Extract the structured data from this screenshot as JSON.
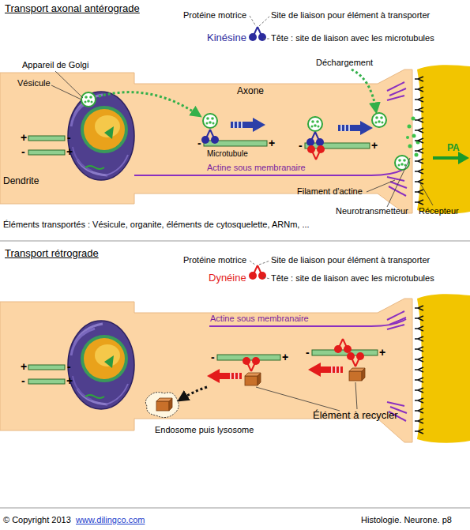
{
  "diagram": {
    "labels": [
      "Transport axonal antérograde",
      "Protéine motrice",
      "Kinésine",
      "Site de liaison pour élément à transporter",
      "Tête : site de liaison avec les microtubules",
      "Appareil de Golgi",
      "Vésicule",
      "Axone",
      "Déchargement",
      "Microtubule",
      "Actine sous membranaire",
      "Dendrite",
      "Filament d'actine",
      "Neurotransmetteur",
      "Récepteur",
      "PA",
      "Éléments transportés : Vésicule, organite, éléments de cytosquelette, ARNm, ...",
      "+",
      "-",
      "-",
      "+",
      "-",
      "+",
      "-",
      "+",
      "Transport rétrograde",
      "Protéine motrice",
      "Dynéine",
      "Site de liaison pour élément à transporter",
      "Tête : site de liaison avec les microtubules",
      "Actine sous membranaire",
      "+",
      "-",
      "-",
      "+",
      "-",
      "+",
      "-",
      "+",
      "Élément à recycler",
      "Endosome puis lysosome",
      "© Copyright 2013",
      "www.dilingco.com",
      "Histologie. Neurone. p8"
    ]
  }
}
